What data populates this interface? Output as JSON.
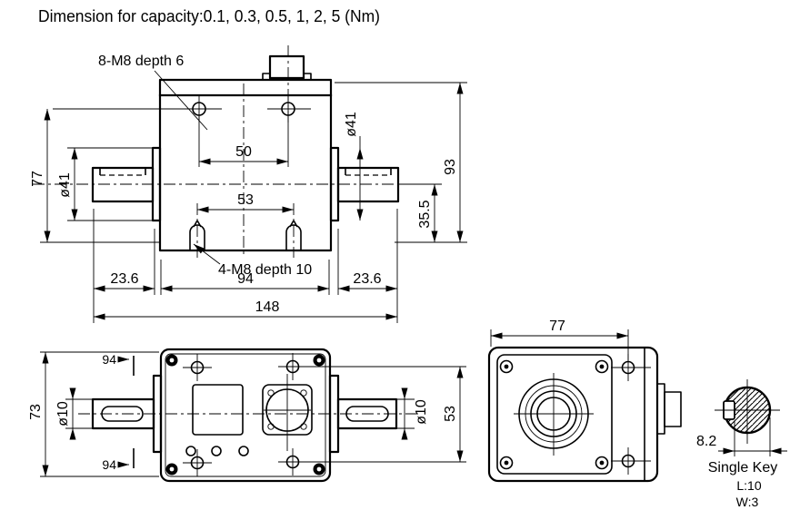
{
  "title": "Dimension for capacity:0.1, 0.3, 0.5, 1, 2, 5 (Nm)",
  "front_view": {
    "note_top_holes": "8-M8 depth 6",
    "note_bottom_holes": "4-M8 depth 10",
    "dim_hole_spacing_top": "50",
    "dim_hole_spacing_bottom": "53",
    "dim_total_height": "77",
    "dim_boss_dia_left": "ø41",
    "dim_boss_dia_right": "ø41",
    "dim_height_overall": "93",
    "dim_axis_height": "35.5",
    "dim_left_shaft_len": "23.6",
    "dim_body_len": "94",
    "dim_right_shaft_len": "23.6",
    "dim_total_len": "148"
  },
  "top_view": {
    "dim_height": "73",
    "dim_shaft_dia_left": "ø10",
    "dim_shaft_dia_right": "ø10",
    "dim_hole_spacing": "53",
    "mark_top": "94",
    "mark_bottom": "94"
  },
  "end_view": {
    "dim_width": "77"
  },
  "key_detail": {
    "dim_flat": "8.2",
    "label": "Single Key",
    "key_length": "L:10",
    "key_width": "W:3"
  }
}
